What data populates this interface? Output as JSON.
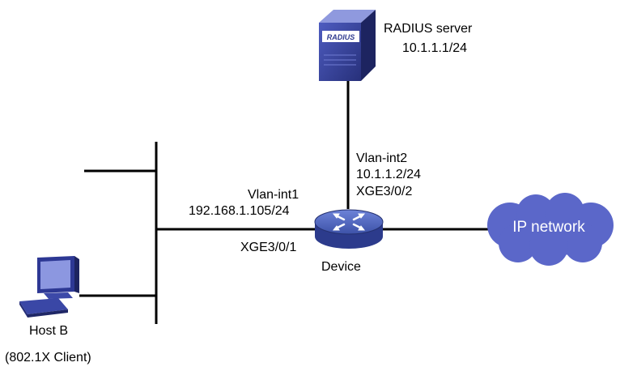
{
  "radius_server": {
    "name": "RADIUS server",
    "ip": "10.1.1.1/24",
    "badge": "RADIUS"
  },
  "device": {
    "name": "Device",
    "vlan2": "Vlan-int2",
    "vlan2_ip": "10.1.1.2/24",
    "port2": "XGE3/0/2",
    "vlan1": "Vlan-int1",
    "vlan1_ip": "192.168.1.105/24",
    "port1": "XGE3/0/1"
  },
  "cloud": {
    "label": "IP network"
  },
  "host": {
    "name": "Host B",
    "role": "(802.1X Client)"
  },
  "colors": {
    "device_blue": "#4a63b5",
    "cloud_blue": "#5b67c9",
    "server_blue": "#2e3a8f"
  },
  "icons": [
    "radius-server-icon",
    "router-icon",
    "cloud-icon",
    "pc-icon"
  ]
}
